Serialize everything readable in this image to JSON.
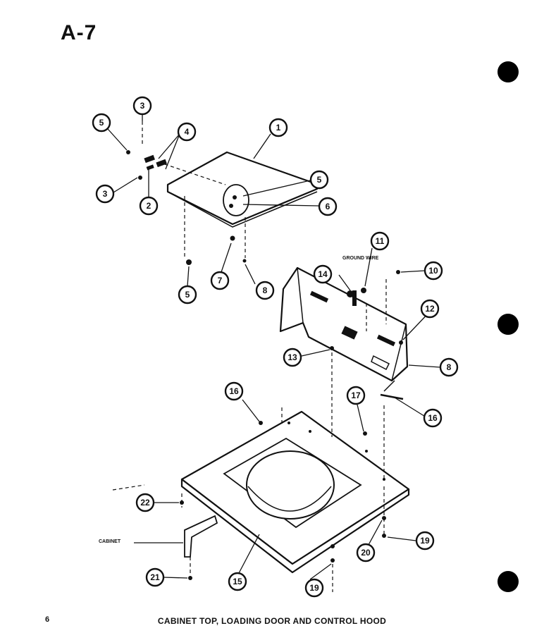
{
  "page_label": "A-7",
  "page_number": "6",
  "caption": "CABINET TOP, LOADING DOOR AND CONTROL HOOD",
  "labels": {
    "ground_wire": "GROUND WIRE",
    "cabinet": "CABINET"
  },
  "callouts": {
    "c1": "1",
    "c2": "2",
    "c3a": "3",
    "c3b": "3",
    "c4": "4",
    "c5a": "5",
    "c5b": "5",
    "c5c": "5",
    "c6": "6",
    "c7": "7",
    "c8a": "8",
    "c8b": "8",
    "c10": "10",
    "c11": "11",
    "c12": "12",
    "c13": "13",
    "c14": "14",
    "c15": "15",
    "c16a": "16",
    "c16b": "16",
    "c17": "17",
    "c19a": "19",
    "c19b": "19",
    "c20": "20",
    "c21": "21",
    "c22": "22"
  }
}
